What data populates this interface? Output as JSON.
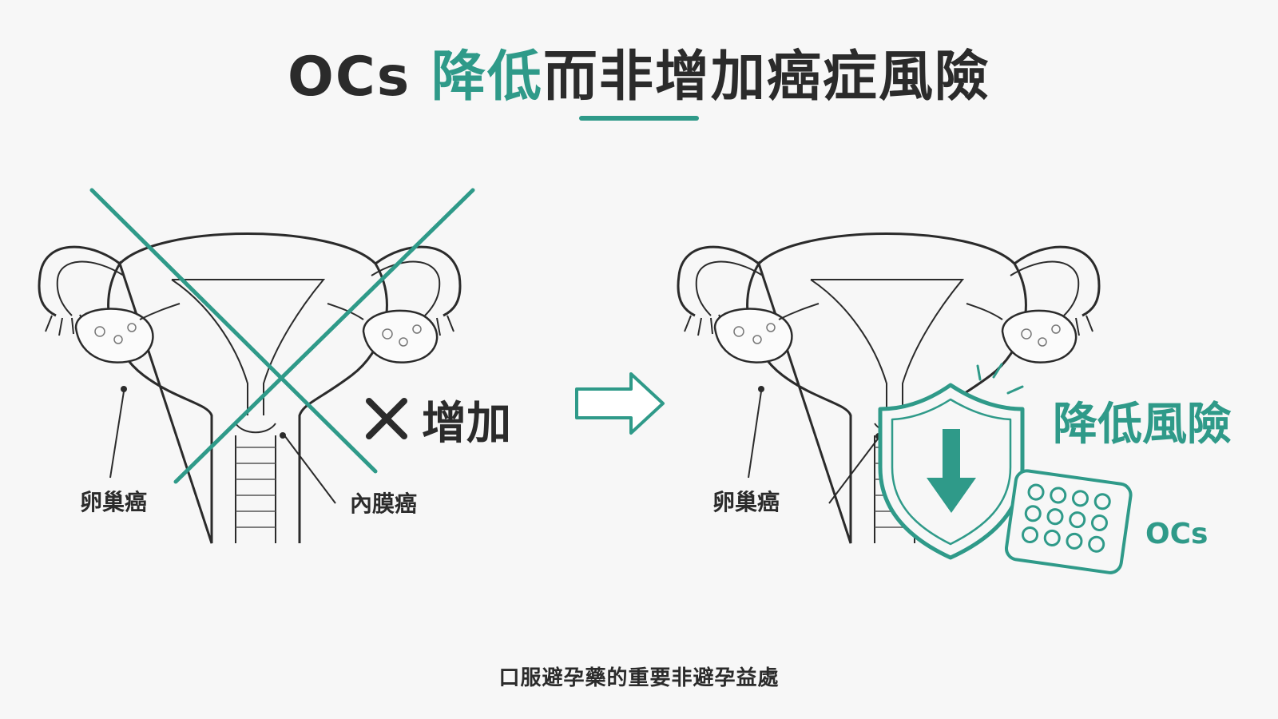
{
  "title": {
    "prefix": "OCs ",
    "highlight": "降低",
    "suffix": "而非增加癌症風險"
  },
  "left_panel": {
    "ovarian_label": "卵巢癌",
    "endometrial_label": "內膜癌",
    "increase_label": "增加"
  },
  "right_panel": {
    "ovarian_label": "卵巢癌",
    "reduce_label": "降低風險",
    "pill_label": "OCs"
  },
  "footer": {
    "caption": "口服避孕藥的重要非避孕益處"
  },
  "colors": {
    "accent": "#2f9a89",
    "ink": "#2b2b2b",
    "background": "#f7f7f7"
  },
  "icons": [
    "cross-icon",
    "right-arrow-icon",
    "shield-icon",
    "down-arrow-icon",
    "pill-pack-icon"
  ]
}
